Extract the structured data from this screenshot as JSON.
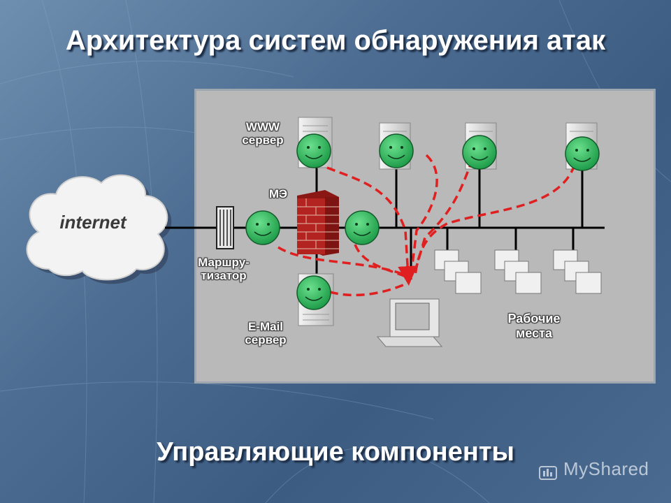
{
  "slide": {
    "title": "Архитектура систем обнаружения атак",
    "subtitle": "Управляющие компоненты"
  },
  "diagram": {
    "internet_label": "internet",
    "www_server_label_1": "WWW",
    "www_server_label_2": "сервер",
    "firewall_label": "МЭ",
    "router_label_1": "Маршру-",
    "router_label_2": "тизатор",
    "mail_server_label_1": "E-Mail",
    "mail_server_label_2": "сервер",
    "workstations_label_1": "Рабочие",
    "workstations_label_2": "места"
  },
  "watermark": "MyShared",
  "colors": {
    "agent_green": "#2fbf62",
    "attack_arrow_red": "#e02020",
    "firewall_brick": "#b0201c",
    "panel_gray": "#b9b9b9"
  }
}
